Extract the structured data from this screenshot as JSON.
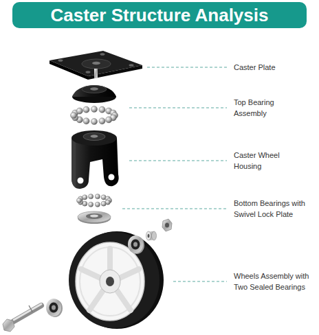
{
  "diagram": {
    "title": "Caster Structure Analysis",
    "labels": [
      "Caster Plate",
      "Top Bearing Assembly",
      "Caster Wheel Housing",
      "Bottom Bearings with Swivel Lock Plate",
      "Wheels Assembly with Two Sealed Bearings"
    ]
  }
}
